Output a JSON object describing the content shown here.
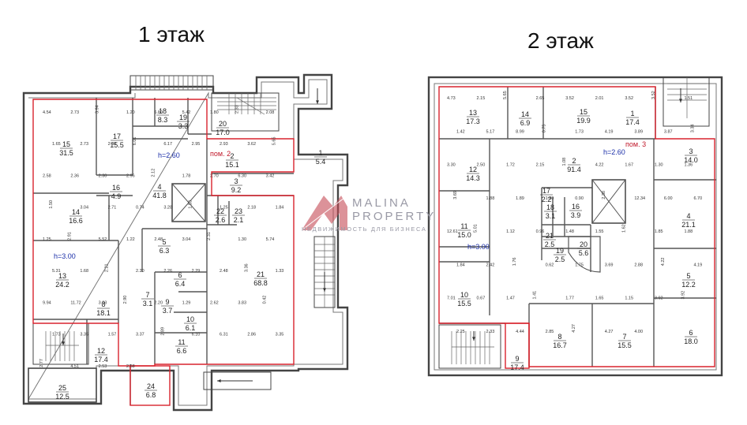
{
  "floors": [
    {
      "title": "1 этаж",
      "height_labels": [
        "h=2.60",
        "h=3.00"
      ],
      "premise_label": "пом. 2",
      "rooms": [
        {
          "num": "15",
          "area": "31.5"
        },
        {
          "num": "17",
          "area": "15.5"
        },
        {
          "num": "18",
          "area": "8.3"
        },
        {
          "num": "19",
          "area": "3.3"
        },
        {
          "num": "20",
          "area": "17.0"
        },
        {
          "num": "1",
          "area": "5.4"
        },
        {
          "num": "2",
          "area": "15.1"
        },
        {
          "num": "3",
          "area": "9.2"
        },
        {
          "num": "16",
          "area": "4.9"
        },
        {
          "num": "4",
          "area": "41.8"
        },
        {
          "num": "14",
          "area": "16.6"
        },
        {
          "num": "22",
          "area": "2.6"
        },
        {
          "num": "23",
          "area": "2.1"
        },
        {
          "num": "5",
          "area": "6.3"
        },
        {
          "num": "13",
          "area": "24.2"
        },
        {
          "num": "6",
          "area": "6.4"
        },
        {
          "num": "21",
          "area": "68.8"
        },
        {
          "num": "7",
          "area": "3.1"
        },
        {
          "num": "9",
          "area": "3.7"
        },
        {
          "num": "8",
          "area": "18.1"
        },
        {
          "num": "10",
          "area": "6.1"
        },
        {
          "num": "11",
          "area": "6.6"
        },
        {
          "num": "12",
          "area": "17.4"
        },
        {
          "num": "24",
          "area": "6.8"
        },
        {
          "num": "25",
          "area": "12.5"
        }
      ],
      "dimensions": [
        "4.54",
        "2.73",
        "3.94",
        "1.20",
        "6.80",
        "5.42",
        "1.80",
        "2.33",
        "2.08",
        "1.65",
        "2.73",
        "2.80",
        "6.01",
        "6.17",
        "2.95",
        "2.93",
        "3.62",
        "5.65",
        "2.58",
        "2.36",
        "2.30",
        "2.96",
        "2.12",
        "1.78",
        "2.70",
        "6.30",
        "3.42",
        "1.50",
        "3.04",
        "2.71",
        "0.74",
        "3.28",
        "1.53",
        "1.25",
        "2.18",
        "1.84",
        "1.25",
        "2.91",
        "5.52",
        "1.22",
        "2.48",
        "3.04",
        "2.31",
        "1.30",
        "5.74",
        "5.31",
        "1.68",
        "2.21",
        "2.20",
        "2.26",
        "2.29",
        "2.48",
        "3.36",
        "1.33",
        "9.94",
        "11.72",
        "3.03",
        "2.90",
        "2.20",
        "1.29",
        "2.62",
        "3.83",
        "0.42",
        "1.73",
        "3.35",
        "1.57",
        "3.37",
        "2.89",
        "6.10",
        "6.31",
        "2.86",
        "3.35",
        "2.77",
        "4.51",
        "2.53",
        "2.68"
      ]
    },
    {
      "title": "2 этаж",
      "height_labels": [
        "h=2.60",
        "h=3.00"
      ],
      "premise_label": "пом. 3",
      "rooms": [
        {
          "num": "13",
          "area": "17.3"
        },
        {
          "num": "14",
          "area": "6.9"
        },
        {
          "num": "15",
          "area": "19.9"
        },
        {
          "num": "1",
          "area": "17.4"
        },
        {
          "num": "12",
          "area": "14.3"
        },
        {
          "num": "2",
          "area": "91.4"
        },
        {
          "num": "3",
          "area": "14.0"
        },
        {
          "num": "17",
          "area": "2.2"
        },
        {
          "num": "16",
          "area": "3.9"
        },
        {
          "num": "18",
          "area": "3.1"
        },
        {
          "num": "4",
          "area": "21.1"
        },
        {
          "num": "11",
          "area": "15.0"
        },
        {
          "num": "21",
          "area": "2.5"
        },
        {
          "num": "19",
          "area": "2.5"
        },
        {
          "num": "20",
          "area": "5.6"
        },
        {
          "num": "5",
          "area": "12.2"
        },
        {
          "num": "10",
          "area": "15.5"
        },
        {
          "num": "8",
          "area": "16.7"
        },
        {
          "num": "7",
          "area": "15.5"
        },
        {
          "num": "6",
          "area": "18.0"
        },
        {
          "num": "9",
          "area": "17.4"
        }
      ],
      "dimensions": [
        "4.73",
        "2.15",
        "5.65",
        "2.65",
        "3.52",
        "2.01",
        "3.52",
        "3.52",
        "1.51",
        "1.42",
        "5.17",
        "8.99",
        "0.75",
        "1.73",
        "4.19",
        "3.89",
        "3.87",
        "3.34",
        "3.30",
        "2.50",
        "1.72",
        "2.15",
        "1.08",
        "4.22",
        "1.67",
        "1.30",
        "1.36",
        "3.69",
        "1.88",
        "1.89",
        "1.80",
        "0.90",
        "2.38",
        "12.34",
        "6.00",
        "6.70",
        "12.61",
        "5.01",
        "1.12",
        "0.96",
        "1.48",
        "1.55",
        "1.62",
        "1.85",
        "1.88",
        "1.84",
        "2.42",
        "1.76",
        "0.62",
        "1.75",
        "3.69",
        "2.88",
        "4.22",
        "4.19",
        "7.01",
        "0.67",
        "1.47",
        "1.41",
        "1.77",
        "1.65",
        "1.15",
        "3.92",
        "3.92",
        "2.25",
        "2.33",
        "4.44",
        "2.85",
        "4.27",
        "4.27",
        "4.00"
      ]
    }
  ],
  "watermark": {
    "line1": "MALINA",
    "line2": "PROPERTY",
    "line3": "НЕДВИЖИМОСТЬ ДЛЯ БИЗНЕСА"
  },
  "colors": {
    "wall": "#555555",
    "red_outline": "#d9232e",
    "height_label": "#1a2ea8",
    "watermark": "#c44a55"
  }
}
